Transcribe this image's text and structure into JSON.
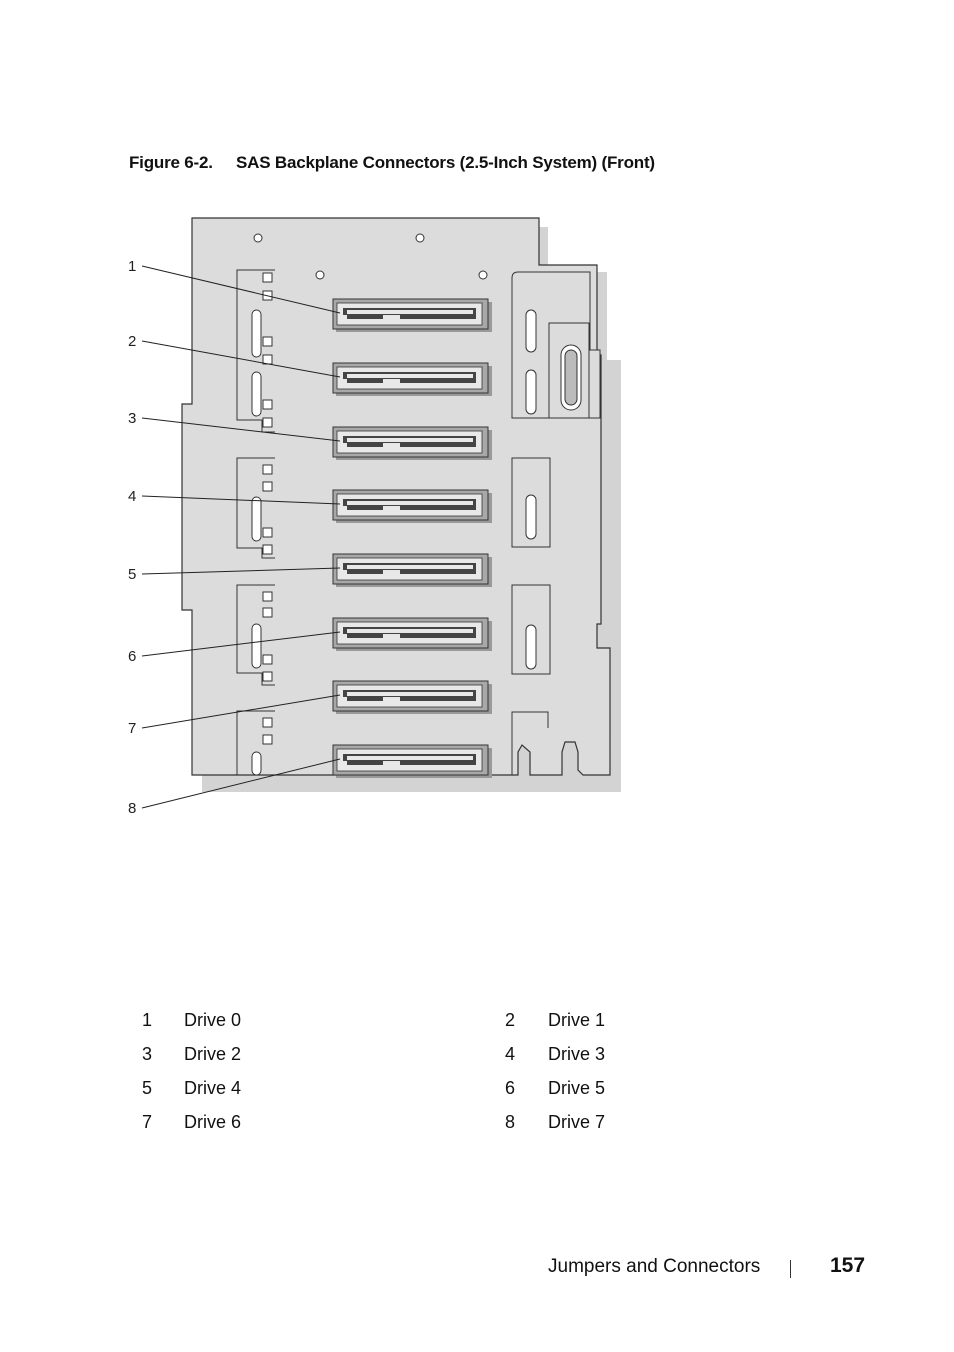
{
  "figure": {
    "number": "Figure 6-2.",
    "title": "SAS Backplane Connectors (2.5-Inch System) (Front)"
  },
  "callouts": [
    "1",
    "2",
    "3",
    "4",
    "5",
    "6",
    "7",
    "8"
  ],
  "legend": [
    {
      "num": "1",
      "label": "Drive 0"
    },
    {
      "num": "2",
      "label": "Drive 1"
    },
    {
      "num": "3",
      "label": "Drive 2"
    },
    {
      "num": "4",
      "label": "Drive 3"
    },
    {
      "num": "5",
      "label": "Drive 4"
    },
    {
      "num": "6",
      "label": "Drive 5"
    },
    {
      "num": "7",
      "label": "Drive 6"
    },
    {
      "num": "8",
      "label": "Drive 7"
    }
  ],
  "footer": {
    "section": "Jumpers and Connectors",
    "page": "157"
  },
  "colors": {
    "board": "#dcdcdc",
    "board_shadow": "#c9c9c9",
    "outline": "#333333",
    "connector_body": "#a8a8a8"
  }
}
